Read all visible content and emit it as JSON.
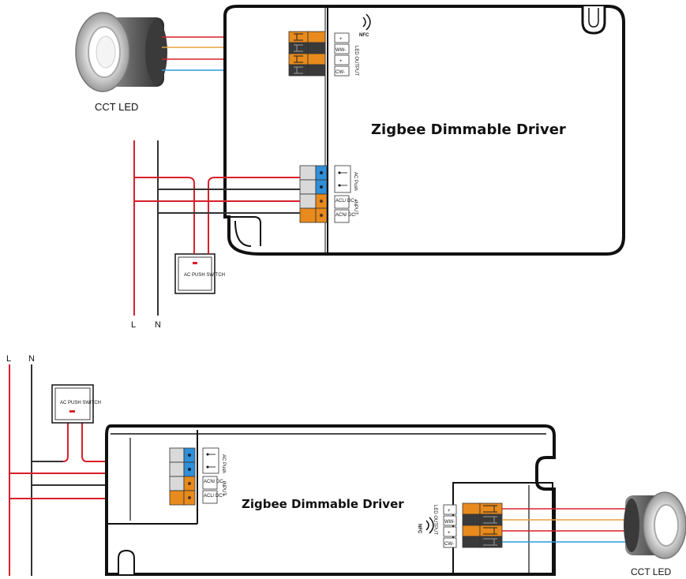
{
  "top_diagram": {
    "driver_title": "Zigbee Dimmable Driver",
    "led_label": "CCT LED",
    "nfc_label": "NFC",
    "output_group_label": "LED OUTPUT",
    "output_terminals": [
      "+",
      "WW-",
      "+",
      "CW-"
    ],
    "ac_push_label": "AC Push",
    "input_group_label": "INPUT",
    "input_terminals": [
      "ACL/ DC+",
      "ACN/ DC-"
    ],
    "switch_label": "AC PUSH SWITCH",
    "line_label": "L",
    "neutral_label": "N"
  },
  "bottom_diagram": {
    "driver_title": "Zigbee Dimmable Driver",
    "led_label": "CCT LED",
    "nfc_label": "NFC",
    "output_group_label": "LED OUTPUT",
    "output_terminals": [
      "+",
      "WW-",
      "+",
      "CW-"
    ],
    "ac_push_label": "AC Push",
    "input_group_label": "INPUT",
    "input_terminals": [
      "ACN/ DC-",
      "ACL/ DC+"
    ],
    "switch_label": "AC PUSH SWITCH",
    "line_label": "L",
    "neutral_label": "N"
  },
  "colors": {
    "line_wire": "#d8202a",
    "neutral_wire": "#333333",
    "ww_wire": "#e8a040",
    "cw_wire": "#2a9be0",
    "orange_terminal": "#e88a1c",
    "blue_terminal": "#2f8fd8",
    "grey_terminal": "#d9d9d9",
    "dark_terminal": "#3a3a3a",
    "housing_stroke": "#111111"
  }
}
